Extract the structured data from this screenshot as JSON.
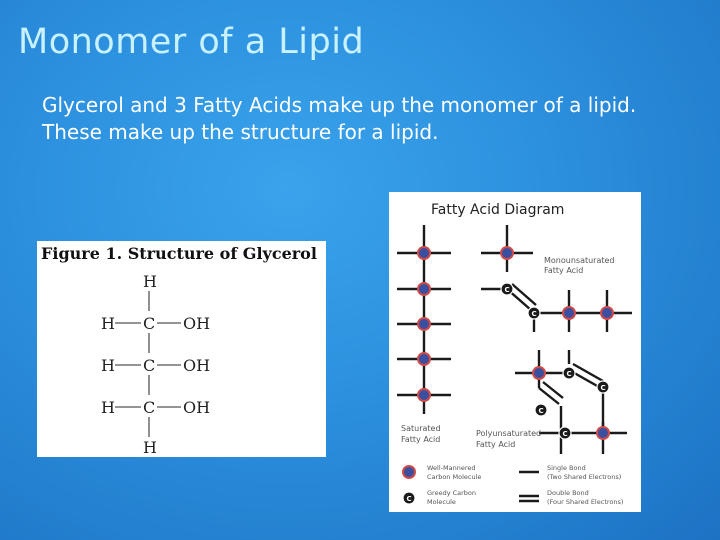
{
  "slide": {
    "title": "Monomer of a Lipid",
    "body": "Glycerol and 3 Fatty Acids make up the monomer of a lipid. These make up the structure for a lipid."
  },
  "glycerol_figure": {
    "caption": "Figure 1. Structure of Glycerol",
    "atoms": {
      "top_h": "H",
      "bottom_h": "H",
      "left_h": [
        "H",
        "H",
        "H"
      ],
      "carbons": [
        "C",
        "C",
        "C"
      ],
      "hydroxyls": [
        "OH",
        "OH",
        "OH"
      ]
    }
  },
  "fatty_acid_diagram": {
    "title": "Fatty Acid Diagram",
    "labels": {
      "monounsaturated": [
        "Monounsaturated",
        "Fatty Acid"
      ],
      "saturated": [
        "Saturated",
        "Fatty Acid"
      ],
      "polyunsaturated": [
        "Polyunsaturated",
        "Fatty Acid"
      ]
    },
    "legend": {
      "full_carbon": [
        "Well-Mannered",
        "Carbon Molecule"
      ],
      "greedy_carbon": [
        "Greedy Carbon",
        "Molecule"
      ],
      "single_bond": [
        "Single Bond",
        "(Two Shared Electrons)"
      ],
      "double_bond": [
        "Double Bond",
        "(Four Shared Electrons)"
      ]
    },
    "carbon_symbol": "C",
    "colors": {
      "carbon_fill": "#3a4fa0",
      "carbon_ring": "#d04a4a",
      "greedy_fill": "#1a1a1a",
      "greedy_ring": "#ffffff"
    }
  }
}
